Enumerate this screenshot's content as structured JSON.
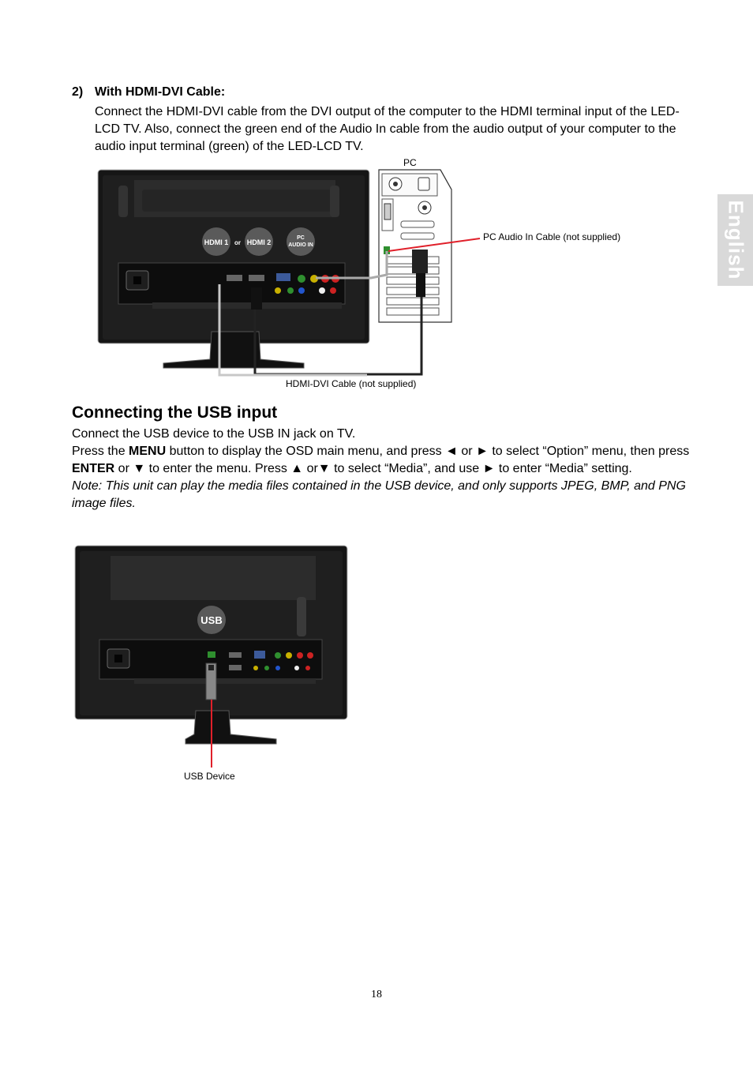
{
  "side_tab": {
    "label": "English"
  },
  "hdmi_dvi_section": {
    "number": "2)",
    "title": "With HDMI-DVI Cable:",
    "body": "Connect the HDMI-DVI cable from the DVI output of the computer to the HDMI terminal input of the LED-LCD TV. Also, connect the green end of the Audio In cable from the audio output of your computer to the audio input terminal (green) of the LED-LCD TV."
  },
  "figure1": {
    "pc_label": "PC",
    "audio_cable_label": "PC Audio In Cable (not supplied)",
    "hdmi_cable_label": "HDMI-DVI Cable (not supplied)",
    "tv_callouts": {
      "hdmi1": "HDMI 1",
      "or": "or",
      "hdmi2": "HDMI 2",
      "pc_audio_line1": "PC",
      "pc_audio_line2": "AUDIO IN"
    }
  },
  "usb_section": {
    "title": "Connecting the USB input",
    "line1": "Connect the USB device to the USB IN jack on TV.",
    "line2_pre": "Press the ",
    "menu_key": "MENU",
    "line2_post": " button to display the OSD main menu, and press ◄ or ► to select “Option” menu, then press ",
    "enter_key": "ENTER",
    "line2_end": " or ▼ to enter the menu. Press ▲ or▼ to select “Media”, and use ► to enter “Media” setting.",
    "note": "Note: This unit can play the media files contained in the USB device, and only supports JPEG, BMP, and PNG image files."
  },
  "figure2": {
    "usb_callout": "USB",
    "usb_device_label": "USB Device"
  },
  "page": {
    "number": "18"
  },
  "colors": {
    "tab_bg": "#d9d9d9",
    "callout_red": "#e0202a",
    "tv_body": "#161616",
    "bezel": "#3a3a3a"
  }
}
